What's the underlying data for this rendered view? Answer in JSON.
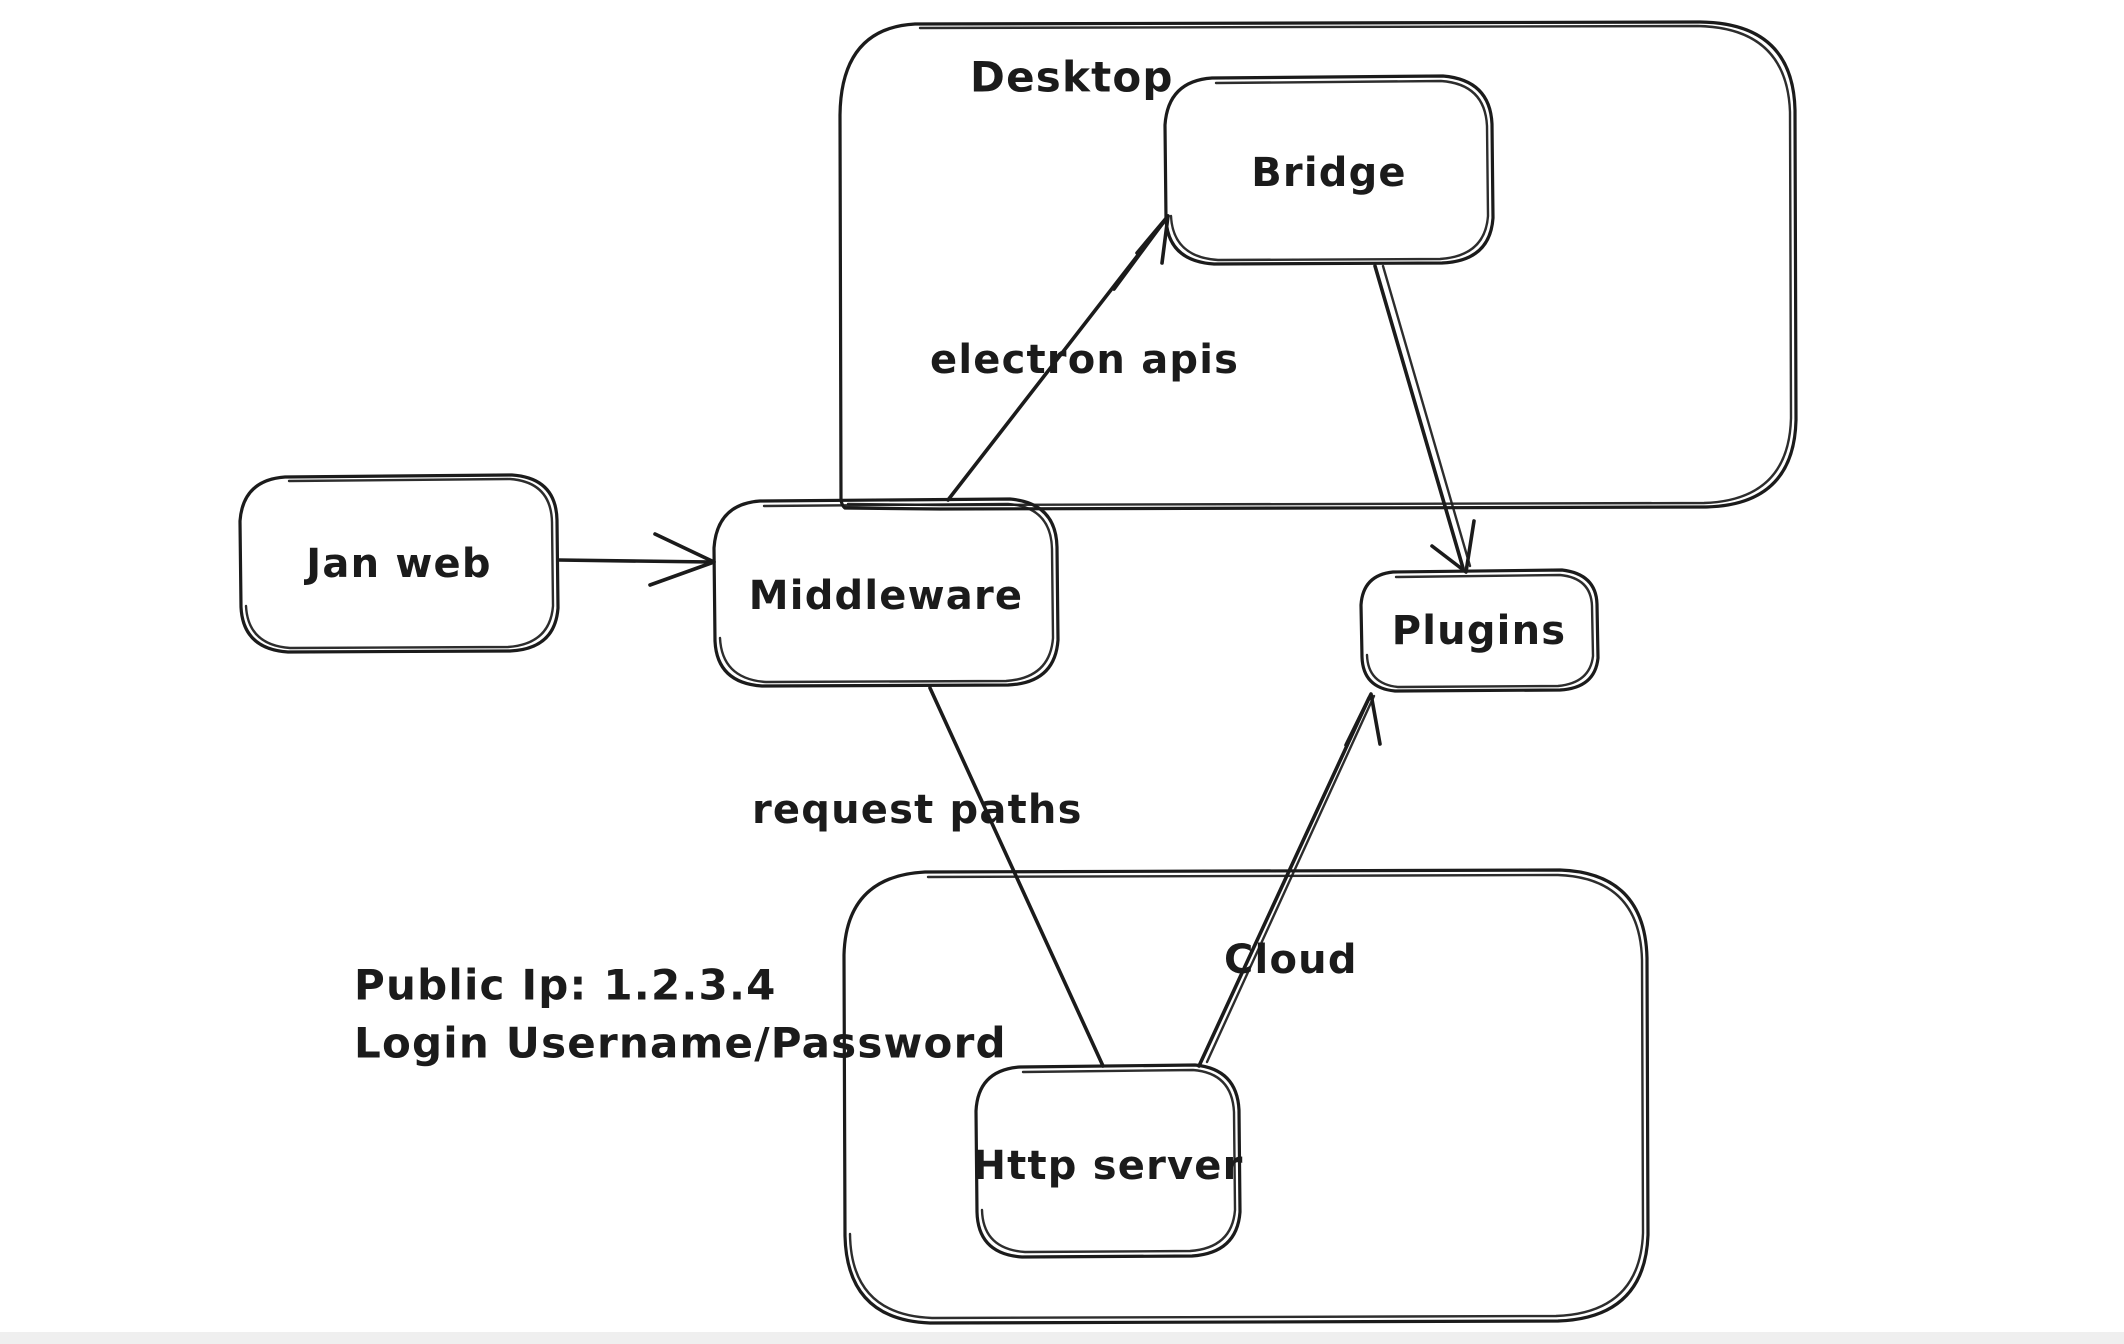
{
  "diagram": {
    "title": "Jan architecture sketch",
    "style": "hand-drawn whiteboard",
    "background_color": "#ffffff",
    "stroke_color": "#1b1b1b",
    "containers": [
      {
        "id": "desktop",
        "label": "Desktop"
      },
      {
        "id": "cloud",
        "label": ""
      }
    ],
    "nodes": [
      {
        "id": "jan-web",
        "label": "Jan web"
      },
      {
        "id": "middleware",
        "label": "Middleware"
      },
      {
        "id": "bridge",
        "label": "Bridge"
      },
      {
        "id": "plugins",
        "label": "Plugins"
      },
      {
        "id": "http-server",
        "label": "Http server"
      }
    ],
    "edges": [
      {
        "id": "jan-web-to-middleware",
        "from": "jan-web",
        "to": "middleware",
        "label": ""
      },
      {
        "id": "middleware-to-bridge",
        "from": "middleware",
        "to": "bridge",
        "label": "electron apis"
      },
      {
        "id": "bridge-to-plugins",
        "from": "bridge",
        "to": "plugins",
        "label": ""
      },
      {
        "id": "middleware-to-http-server",
        "from": "middleware",
        "to": "http-server",
        "label": "request paths"
      },
      {
        "id": "http-server-to-plugins",
        "from": "http-server",
        "to": "plugins",
        "label": "Cloud"
      }
    ],
    "notes": {
      "public_ip_line": "Public Ip: 1.2.3.4",
      "login_line": "Login Username/Password"
    }
  }
}
